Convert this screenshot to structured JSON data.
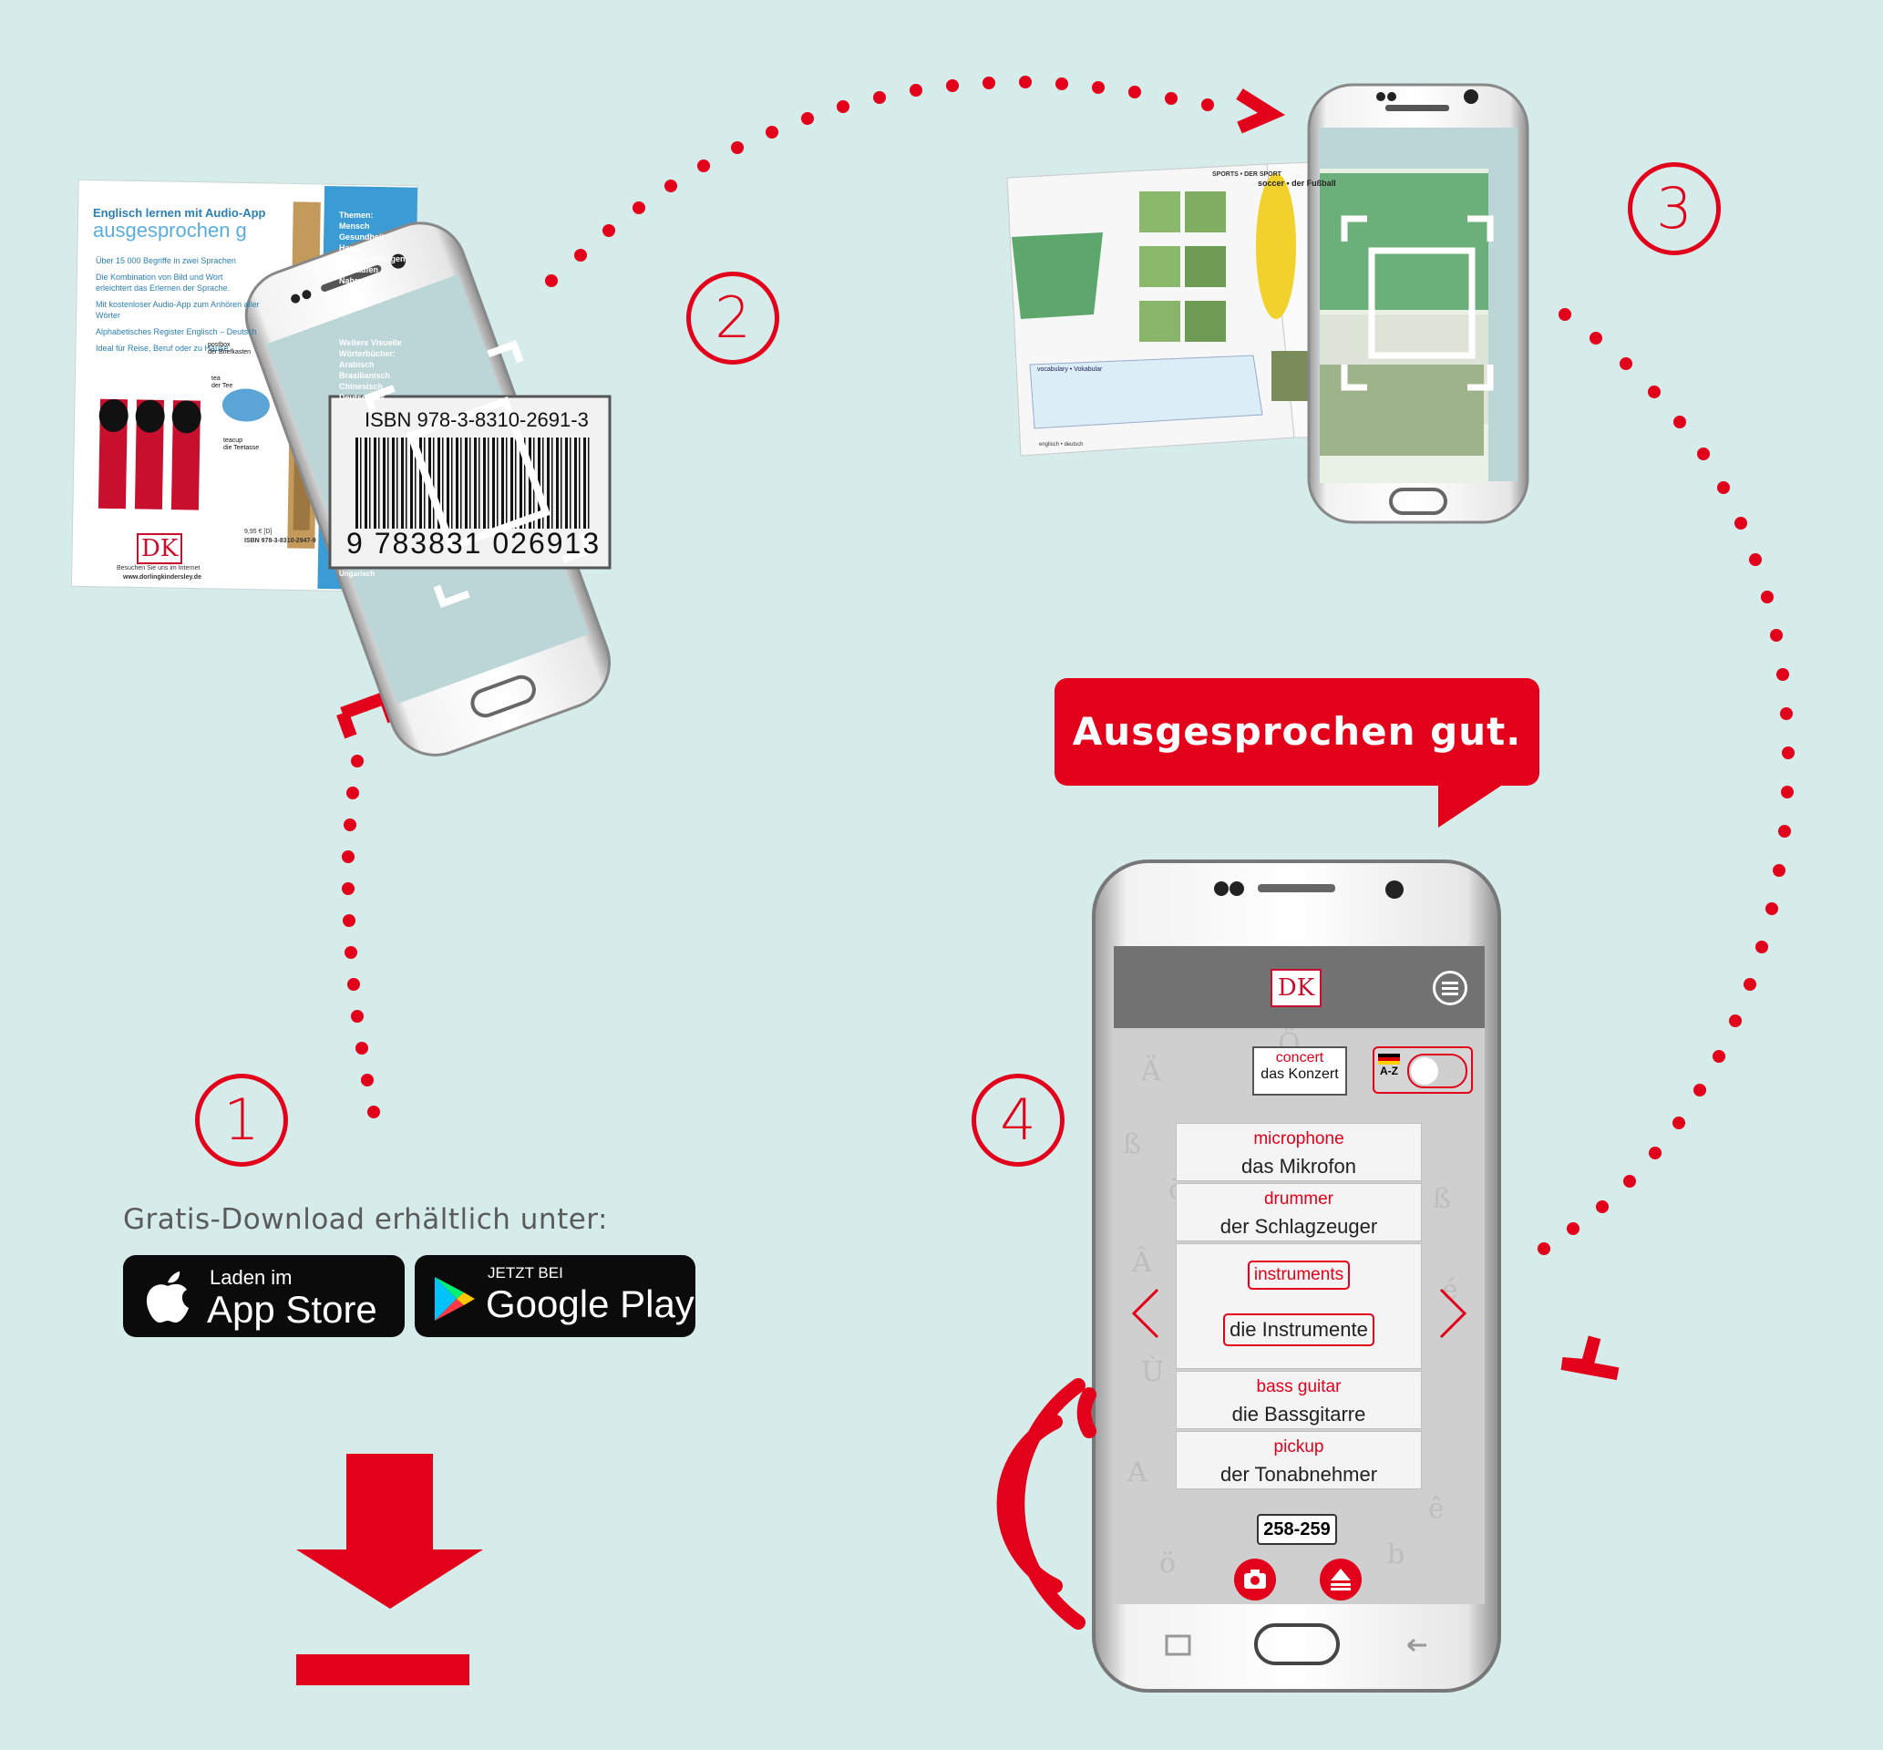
{
  "steps": [
    "①",
    "②",
    "③",
    "④"
  ],
  "step_labels": [
    "1",
    "2",
    "3",
    "4"
  ],
  "download": {
    "label": "Gratis-Download erhältlich unter:",
    "appstore_small": "Laden im",
    "appstore_big": "App Store",
    "googleplay_small": "JETZT BEI",
    "googleplay_big": "Google Play"
  },
  "bubble": {
    "text": "Ausgesprochen gut."
  },
  "book": {
    "title": "Englisch lernen mit Audio-App",
    "subtitle": "ausgesprochen g",
    "bullets": [
      "Über 15 000 Begriffe in zwei Sprachen",
      "Die Kombination von Bild und Wort erleichtert das Erlernen der Sprache.",
      "Mit kostenloser Audio-App zum Anhören aller Wörter",
      "Alphabetisches Register Englisch – Deutsch",
      "Ideal für Reise, Beruf oder zu Hause"
    ],
    "themen_title": "Themen:",
    "themen": [
      "Mensch",
      "Gesundheit",
      "Haus",
      "Dienstleistungen",
      "Einkaufen",
      "Nahrung"
    ],
    "weitere": "Weitere Visuelle Wörterbücher:",
    "weitere_list": [
      "Arabisch",
      "Brasilianisch",
      "Chinesisch",
      "Deutsch als"
    ],
    "ungarisch": "Ungarisch",
    "isbn": "ISBN 978-3-8310-2691-3",
    "barcode_digits": "9 783831 026913",
    "price": "9,95 € [D]",
    "isbn_small": "ISBN 978-3-8310-2947-9",
    "dk": "DK",
    "website": "www.dorlingkindersley.de",
    "besuchen": "Besuchen Sie uns im Internet",
    "postbox": "postbox",
    "postbox_de": "der Briefkasten",
    "tea": "tea",
    "tea_de": "der Tee",
    "teacup": "teacup",
    "teacup_de": "die Teetasse"
  },
  "app": {
    "logo": "DK",
    "menu_icon": "menu-icon",
    "concert_en": "concert",
    "concert_de": "das Konzert",
    "toggle_label": "A-Z",
    "cards": [
      {
        "en": "microphone",
        "de": "das Mikrofon"
      },
      {
        "en": "drummer",
        "de": "der Schlagzeuger"
      },
      {
        "en": "instruments",
        "de": "die Instrumente"
      },
      {
        "en": "bass guitar",
        "de": "die Bassgitarre"
      },
      {
        "en": "pickup",
        "de": "der Tonabnehmer"
      }
    ],
    "page": "258-259",
    "camera_icon": "camera-icon",
    "eject_icon": "eject-icon"
  },
  "magazine": {
    "section": "SPORTS • DER SPORT",
    "heading": "soccer • der Fußball",
    "vocab": "vocabulary • Vokabular",
    "footer": "englisch • deutsch"
  },
  "colors": {
    "accent": "#e2001a",
    "background": "#d5ecea"
  }
}
